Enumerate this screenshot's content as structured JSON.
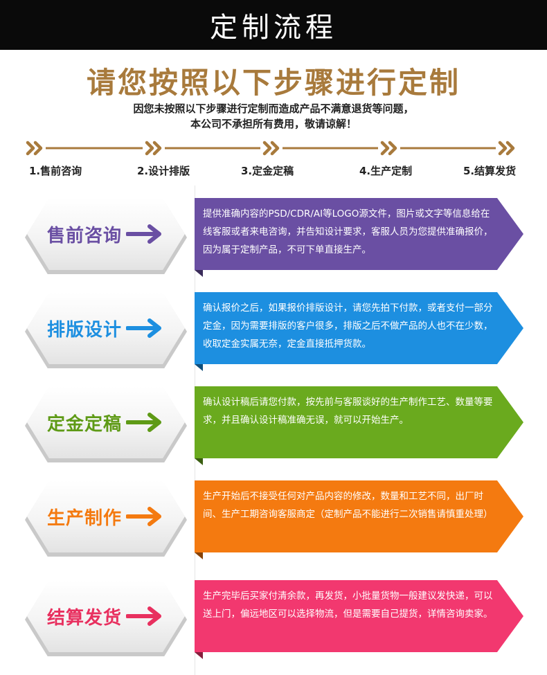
{
  "header": {
    "title": "定制流程"
  },
  "headline": "请您按照以下步骤进行定制",
  "notice": {
    "line1": "因您未按照以下步骤进行定制而造成产品不满意退货等问题，",
    "line2": "本公司不承担所有费用，敬请谅解！"
  },
  "timeline": {
    "color": "#a87a3c",
    "steps": [
      "1.售前咨询",
      "2.设计排版",
      "3.定金定稿",
      "4.生产定制",
      "5.结算发货"
    ]
  },
  "steps": [
    {
      "title": "售前咨询",
      "color": "#6a4fa3",
      "title_color": "#6a4fa3",
      "text": "提供准确内容的PSD/CDR/AI等LOGO源文件，图片或文字等信息给在线客服或者来电咨询，并告知设计要求，客服人员为您提供准确报价，因为属于定制产品，不可下单直接生产。"
    },
    {
      "title": "排版设计",
      "color": "#1d8fe0",
      "title_color": "#1d8fe0",
      "text": "确认报价之后，如果报价排版设计，请您先拍下付款，或者支付一部分定金，因为需要排版的客户很多，排版之后不做产品的人也不在少数，收取定金实属无奈，定金直接抵押货款。"
    },
    {
      "title": "定金定稿",
      "color": "#6aaa1e",
      "title_color": "#5e9a16",
      "text": "确认设计稿后请您付款，按先前与客服谈好的生产制作工艺、数量等要求，并且确认设计稿准确无误，就可以开始生产。"
    },
    {
      "title": "生产制作",
      "color": "#f47a10",
      "title_color": "#f47a10",
      "text": "生产开始后不接受任何对产品内容的修改，数量和工艺不同，出厂时间、生产工期咨询客服商定（定制产品不能进行二次销售请慎重处理）"
    },
    {
      "title": "结算发货",
      "color": "#f2386f",
      "title_color": "#e8305f",
      "text": "生产完毕后买家付清余款，再发货，小批量货物一般建议发快递，可以送上门，偏远地区可以选择物流，但是需要自己提货，详情咨询卖家。"
    }
  ]
}
